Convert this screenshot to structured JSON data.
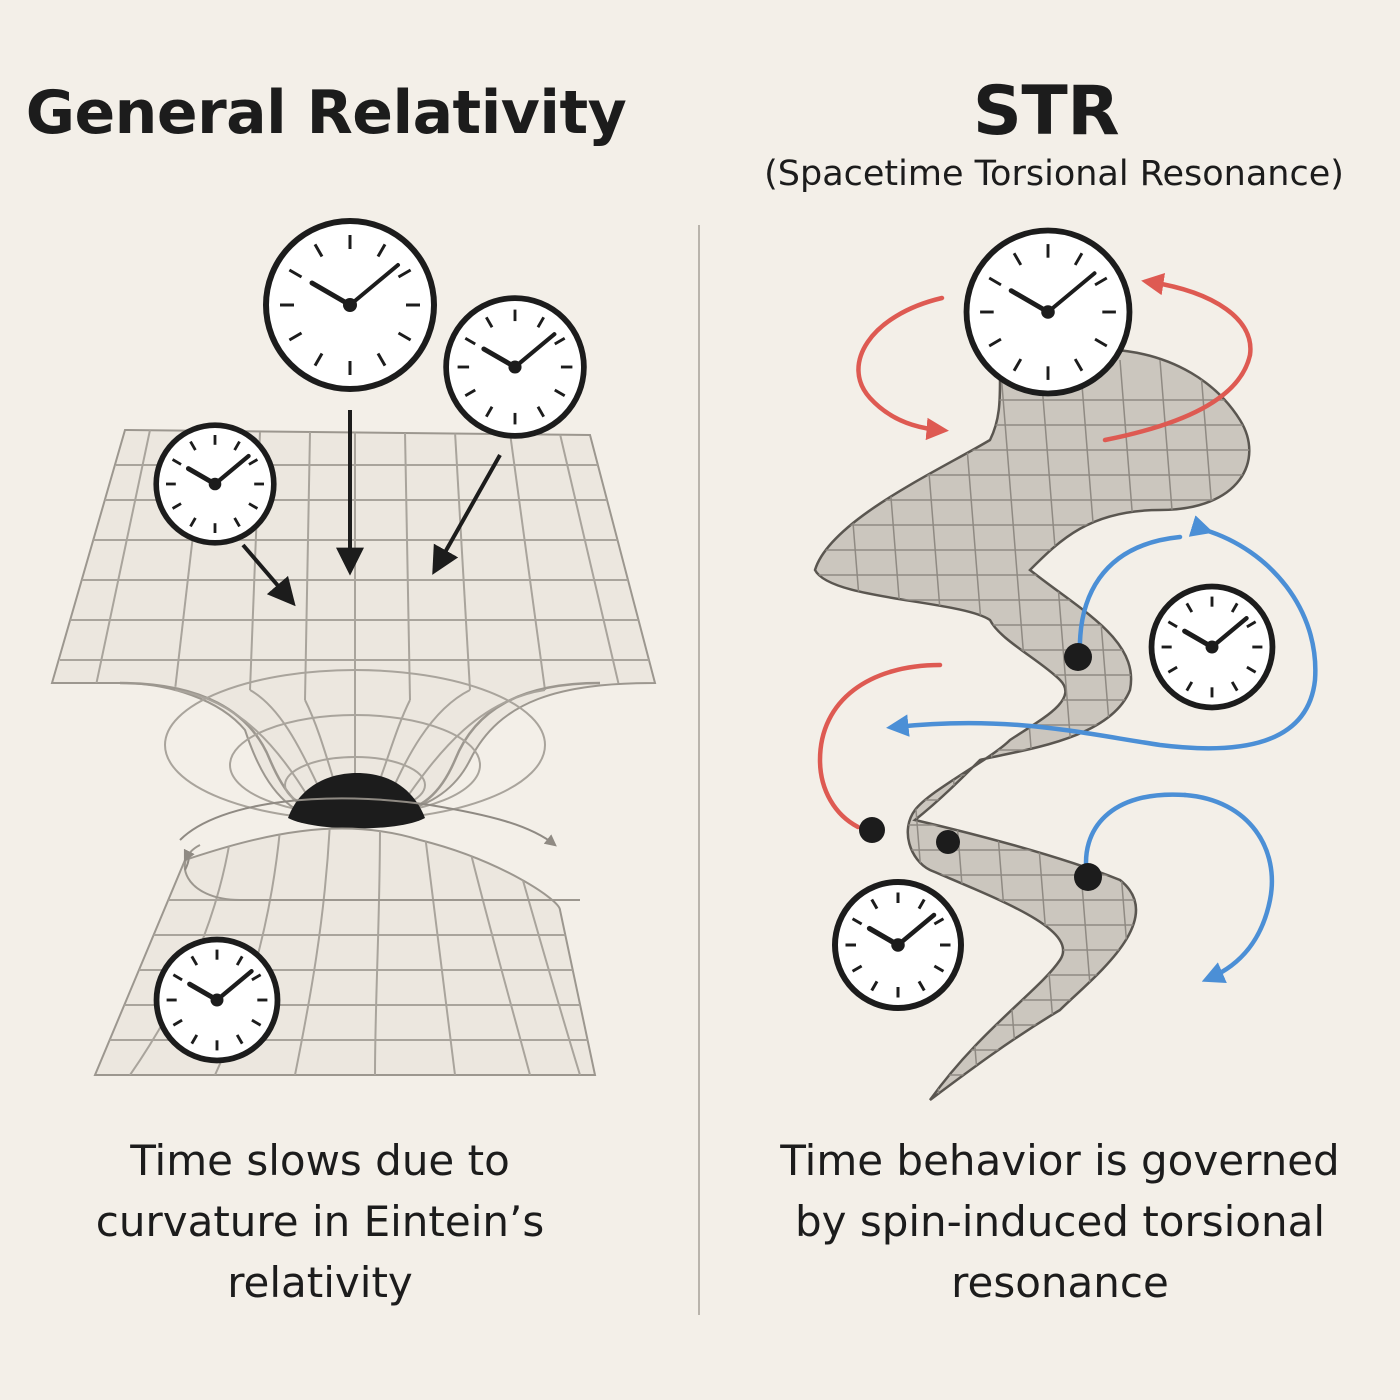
{
  "left": {
    "title": "General Relativity",
    "caption_lines": [
      "Time slows due to",
      "curvature in Eintein’s",
      "relativity"
    ]
  },
  "right": {
    "title": "STR",
    "subtitle": "(Spacetime Torsional Resonance)",
    "caption_lines": [
      "Time behavior is governed",
      "by spin-induced torsional",
      "resonance"
    ]
  },
  "colors": {
    "background": "#f3efe8",
    "ink": "#1c1c1c",
    "grid": "#a9a49c",
    "red_arrow": "#de5a52",
    "blue_arrow": "#4b8fd6",
    "ribbon": "#c9c4bc"
  },
  "icons": [
    "clock-icon",
    "black-hole",
    "arrow-icon"
  ]
}
